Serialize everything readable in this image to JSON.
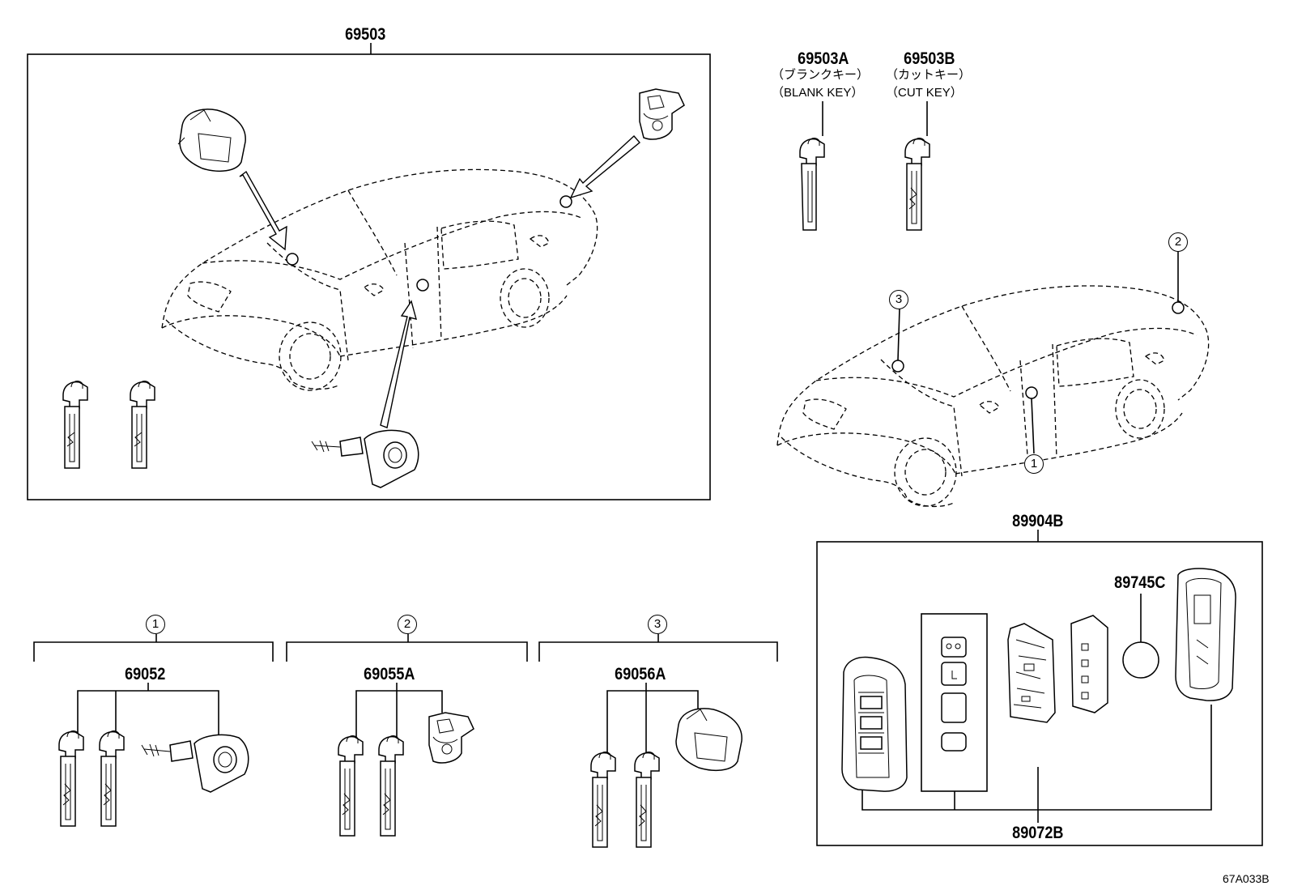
{
  "parts": {
    "p69503": "69503",
    "p69503A": "69503A",
    "p69503A_jp": "（ブランクキー）",
    "p69503A_en": "（BLANK KEY）",
    "p69503B": "69503B",
    "p69503B_jp": "（カットキー）",
    "p69503B_en": "（CUT KEY）",
    "p69052": "69052",
    "p69055A": "69055A",
    "p69056A": "69056A",
    "p89904B": "89904B",
    "p89745C": "89745C",
    "p89072B": "89072B"
  },
  "markers": {
    "m1": "1",
    "m2": "2",
    "m3": "3"
  },
  "diagram_code": "67A033B"
}
